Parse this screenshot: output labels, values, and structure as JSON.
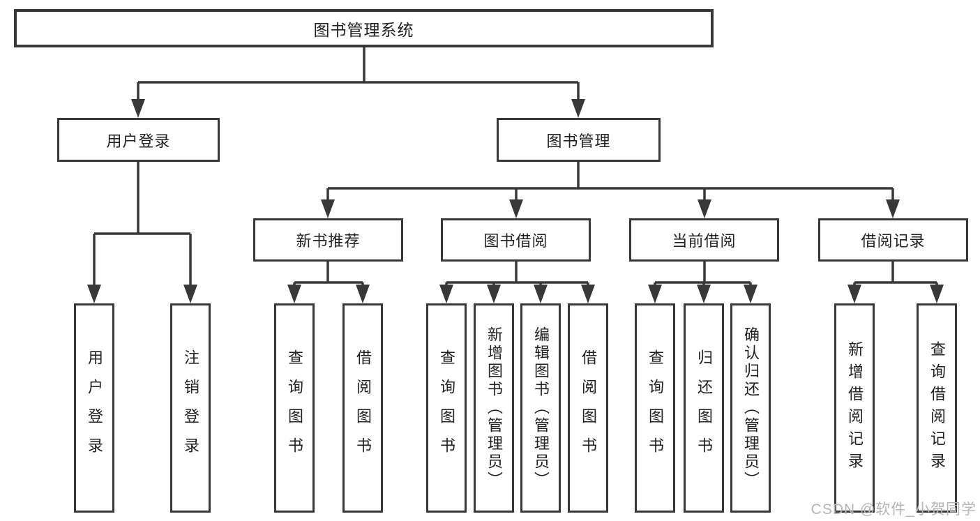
{
  "diagram_title": "图书管理系统",
  "watermark": "CSDN @软件_小贺同学",
  "colors": {
    "line": "#383838",
    "box_border": "#383838",
    "text": "#212121",
    "watermark": "#b5b5b5",
    "background": "#ffffff"
  },
  "tree": {
    "root": {
      "label": "图书管理系统",
      "children": [
        {
          "label": "用户登录",
          "children": [
            {
              "label": "用户登录"
            },
            {
              "label": "注销登录"
            }
          ]
        },
        {
          "label": "图书管理",
          "children": [
            {
              "label": "新书推荐",
              "children": [
                {
                  "label": "查询图书"
                },
                {
                  "label": "借阅图书"
                }
              ]
            },
            {
              "label": "图书借阅",
              "children": [
                {
                  "label": "查询图书"
                },
                {
                  "label": "新增图书（管理员）"
                },
                {
                  "label": "编辑图书（管理员）"
                },
                {
                  "label": "借阅图书"
                }
              ]
            },
            {
              "label": "当前借阅",
              "children": [
                {
                  "label": "查询图书"
                },
                {
                  "label": "归还图书"
                },
                {
                  "label": "确认归还（管理员）"
                }
              ]
            },
            {
              "label": "借阅记录",
              "children": [
                {
                  "label": "新增借阅记录"
                },
                {
                  "label": "查询借阅记录"
                }
              ]
            }
          ]
        }
      ]
    }
  }
}
